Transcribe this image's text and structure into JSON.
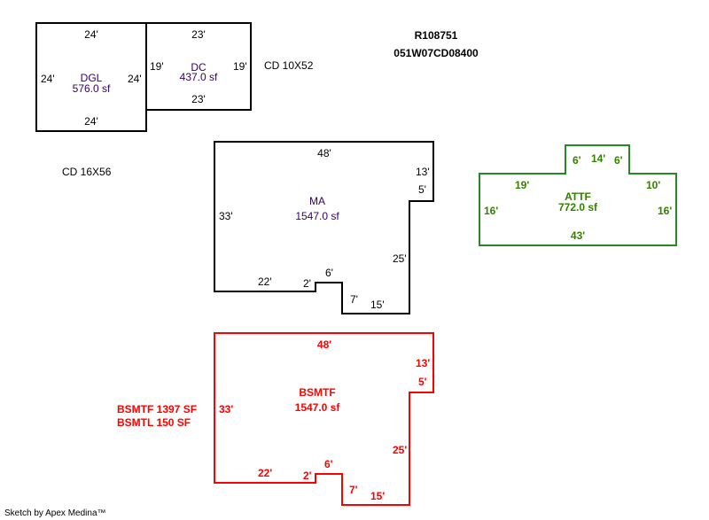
{
  "header": {
    "parcel_id": "R108751",
    "map_number": "051W07CD08400"
  },
  "notes": {
    "cd1": "CD 10X52",
    "cd2": "CD 16X56",
    "bsmt1": "BSMTF 1397 SF",
    "bsmt2": "BSMTL 150 SF",
    "credit": "Sketch by Apex Medina™"
  },
  "colors": {
    "black": "#000000",
    "green": "#228B22",
    "red": "#ff0000"
  },
  "dgl": {
    "name": "DGL",
    "area": "576.0 sf",
    "top": "24'",
    "bottom": "24'",
    "left": "24'",
    "right": "24'"
  },
  "dc": {
    "name": "DC",
    "area": "437.0 sf",
    "top": "23'",
    "bottom": "23'",
    "left": "19'",
    "right": "19'"
  },
  "ma": {
    "name": "MA",
    "area": "1547.0 sf",
    "top": "48'",
    "left": "33'",
    "r1": "13'",
    "r2": "5'",
    "r3": "25'",
    "b1": "22'",
    "b2": "2'",
    "b3": "6'",
    "b4": "7'",
    "b5": "15'"
  },
  "bsmtf": {
    "name": "BSMTF",
    "area": "1547.0 sf",
    "top": "48'",
    "left": "33'",
    "r1": "13'",
    "r2": "5'",
    "r3": "25'",
    "b1": "22'",
    "b2": "2'",
    "b3": "6'",
    "b4": "7'",
    "b5": "15'"
  },
  "attf": {
    "name": "ATTF",
    "area": "772.0 sf",
    "t1": "6'",
    "t2": "14'",
    "t3": "6'",
    "l_top": "19'",
    "r_top": "10'",
    "left": "16'",
    "right": "16'",
    "bottom": "43'"
  }
}
